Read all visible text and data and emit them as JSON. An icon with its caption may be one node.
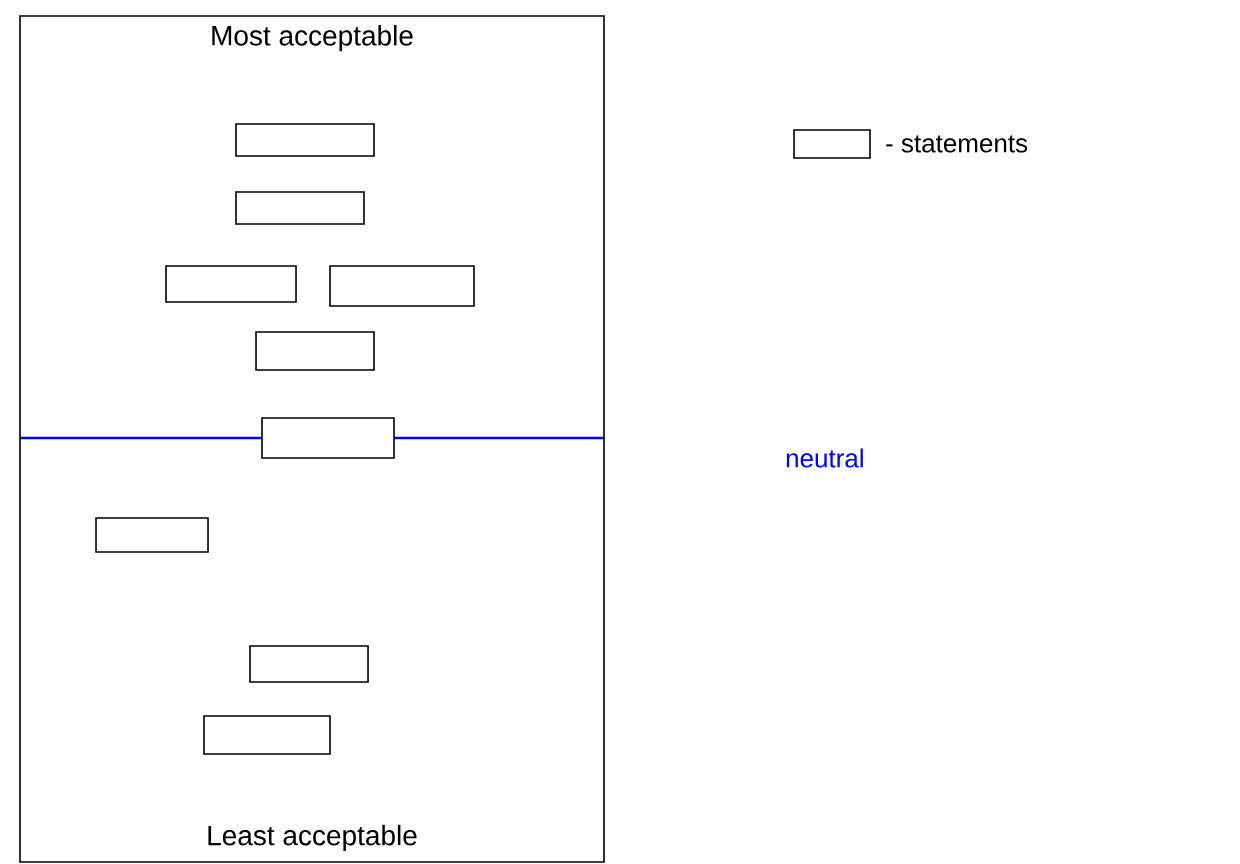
{
  "diagram": {
    "nodes": [
      {
        "text": [
          "Most acceptable",
          "Least acceptable"
        ]
      },
      {
        "text": [],
        "shape": "box",
        "in": 0
      },
      {
        "text": [],
        "shape": "box",
        "in": 0
      },
      {
        "text": [],
        "shape": "box",
        "in": 0
      },
      {
        "text": [],
        "shape": "box",
        "in": 0
      },
      {
        "text": [],
        "shape": "box",
        "in": 0
      },
      {
        "text": [],
        "shape": "box",
        "in": 0
      },
      {
        "text": [],
        "shape": "box",
        "in": 0
      },
      {
        "text": [],
        "shape": "box",
        "in": 0
      },
      {
        "text": [],
        "shape": "box",
        "in": 0
      }
    ],
    "labels": [
      "neutral"
    ],
    "legend": [
      {
        "text": "- statements"
      }
    ]
  }
}
